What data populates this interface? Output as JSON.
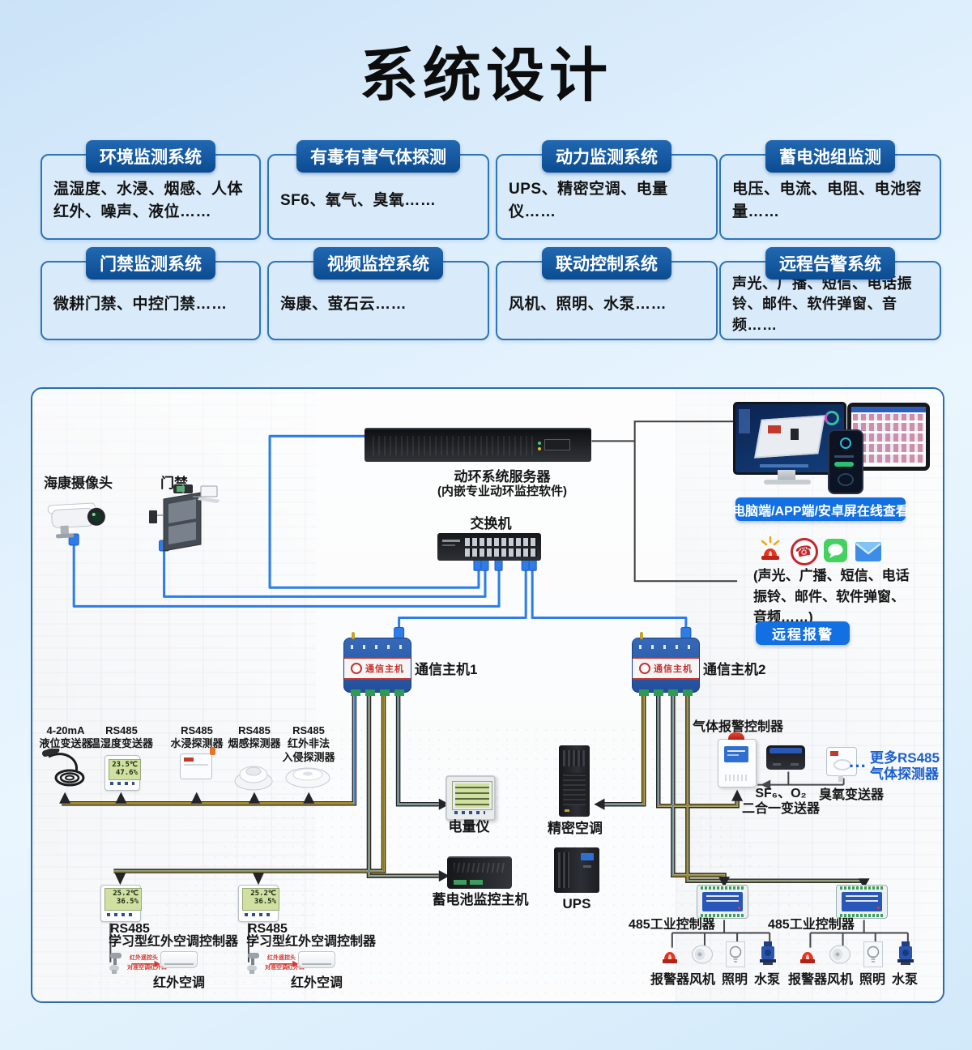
{
  "page": {
    "title": "系统设计"
  },
  "cards": [
    {
      "tab": "环境监测系统",
      "body": "温湿度、水浸、烟感、人体红外、噪声、液位……"
    },
    {
      "tab": "有毒有害气体探测",
      "body": "SF6、氧气、臭氧……"
    },
    {
      "tab": "动力监测系统",
      "body": "UPS、精密空调、电量仪……"
    },
    {
      "tab": "蓄电池组监测",
      "body": "电压、电流、电阻、电池容量……"
    },
    {
      "tab": "门禁监测系统",
      "body": "微耕门禁、中控门禁……"
    },
    {
      "tab": "视频监控系统",
      "body": "海康、萤石云……"
    },
    {
      "tab": "联动控制系统",
      "body": "风机、照明、水泵……"
    },
    {
      "tab": "远程告警系统",
      "body": "声光、广播、短信、电话振铃、邮件、软件弹窗、音频……"
    }
  ],
  "diagram": {
    "camera_label": "海康摄像头",
    "door_label": "门禁",
    "server_name": "动环系统服务器",
    "server_sub": "(内嵌专业动环监控软件)",
    "switch_label": "交换机",
    "view_badge": "电脑端/APP端/安卓屏在线查看",
    "methods_note": "(声光、广播、短信、电话振铃、邮件、软件弹窗、音频……)",
    "remote_alarm": "远程报警",
    "hosts": [
      {
        "device_text": "通信主机",
        "label": "通信主机1"
      },
      {
        "device_text": "通信主机",
        "label": "通信主机2"
      }
    ],
    "sensors": [
      {
        "l1": "4-20mA",
        "l2": "液位变送器"
      },
      {
        "l1": "RS485",
        "l2": "温湿度变送器"
      },
      {
        "l1": "RS485",
        "l2": "水浸探测器"
      },
      {
        "l1": "RS485",
        "l2": "烟感探测器"
      },
      {
        "l1": "RS485",
        "l2": "红外非法",
        "l3": "入侵探测器"
      }
    ],
    "th_display": {
      "temp": "23.5℃",
      "hum": "47.6%"
    },
    "meter_label": "电量仪",
    "hvac_label": "精密空调",
    "gas_controller_label": "气体报警控制器",
    "sf6_label_1": "SF₆、O₂",
    "sf6_label_2": "二合一变送器",
    "ozone_label": "臭氧变送器",
    "more_gas_dots": "···",
    "more_gas_1": "更多RS485",
    "more_gas_2": "气体探测器",
    "battery_label": "蓄电池监控主机",
    "ups_label": "UPS",
    "industrial_controllers": [
      {
        "label": "485工业控制器",
        "devices": [
          "报警器",
          "风机",
          "照明",
          "水泵"
        ]
      },
      {
        "label": "485工业控制器",
        "devices": [
          "报警器",
          "风机",
          "照明",
          "水泵"
        ]
      }
    ],
    "ac_controllers": [
      {
        "l1": "RS485",
        "l2": "学习型红外空调控制器",
        "display": {
          "temp": "25.2℃",
          "hum": "36.5%"
        },
        "ir_head": "红外遥控头",
        "ir_port": "对准空调红外口",
        "ac_label": "红外空调"
      },
      {
        "l1": "RS485",
        "l2": "学习型红外空调控制器",
        "display": {
          "temp": "25.2℃",
          "hum": "36.5%"
        },
        "ir_head": "红外遥控头",
        "ir_port": "对准空调红外口",
        "ac_label": "红外空调"
      }
    ]
  }
}
